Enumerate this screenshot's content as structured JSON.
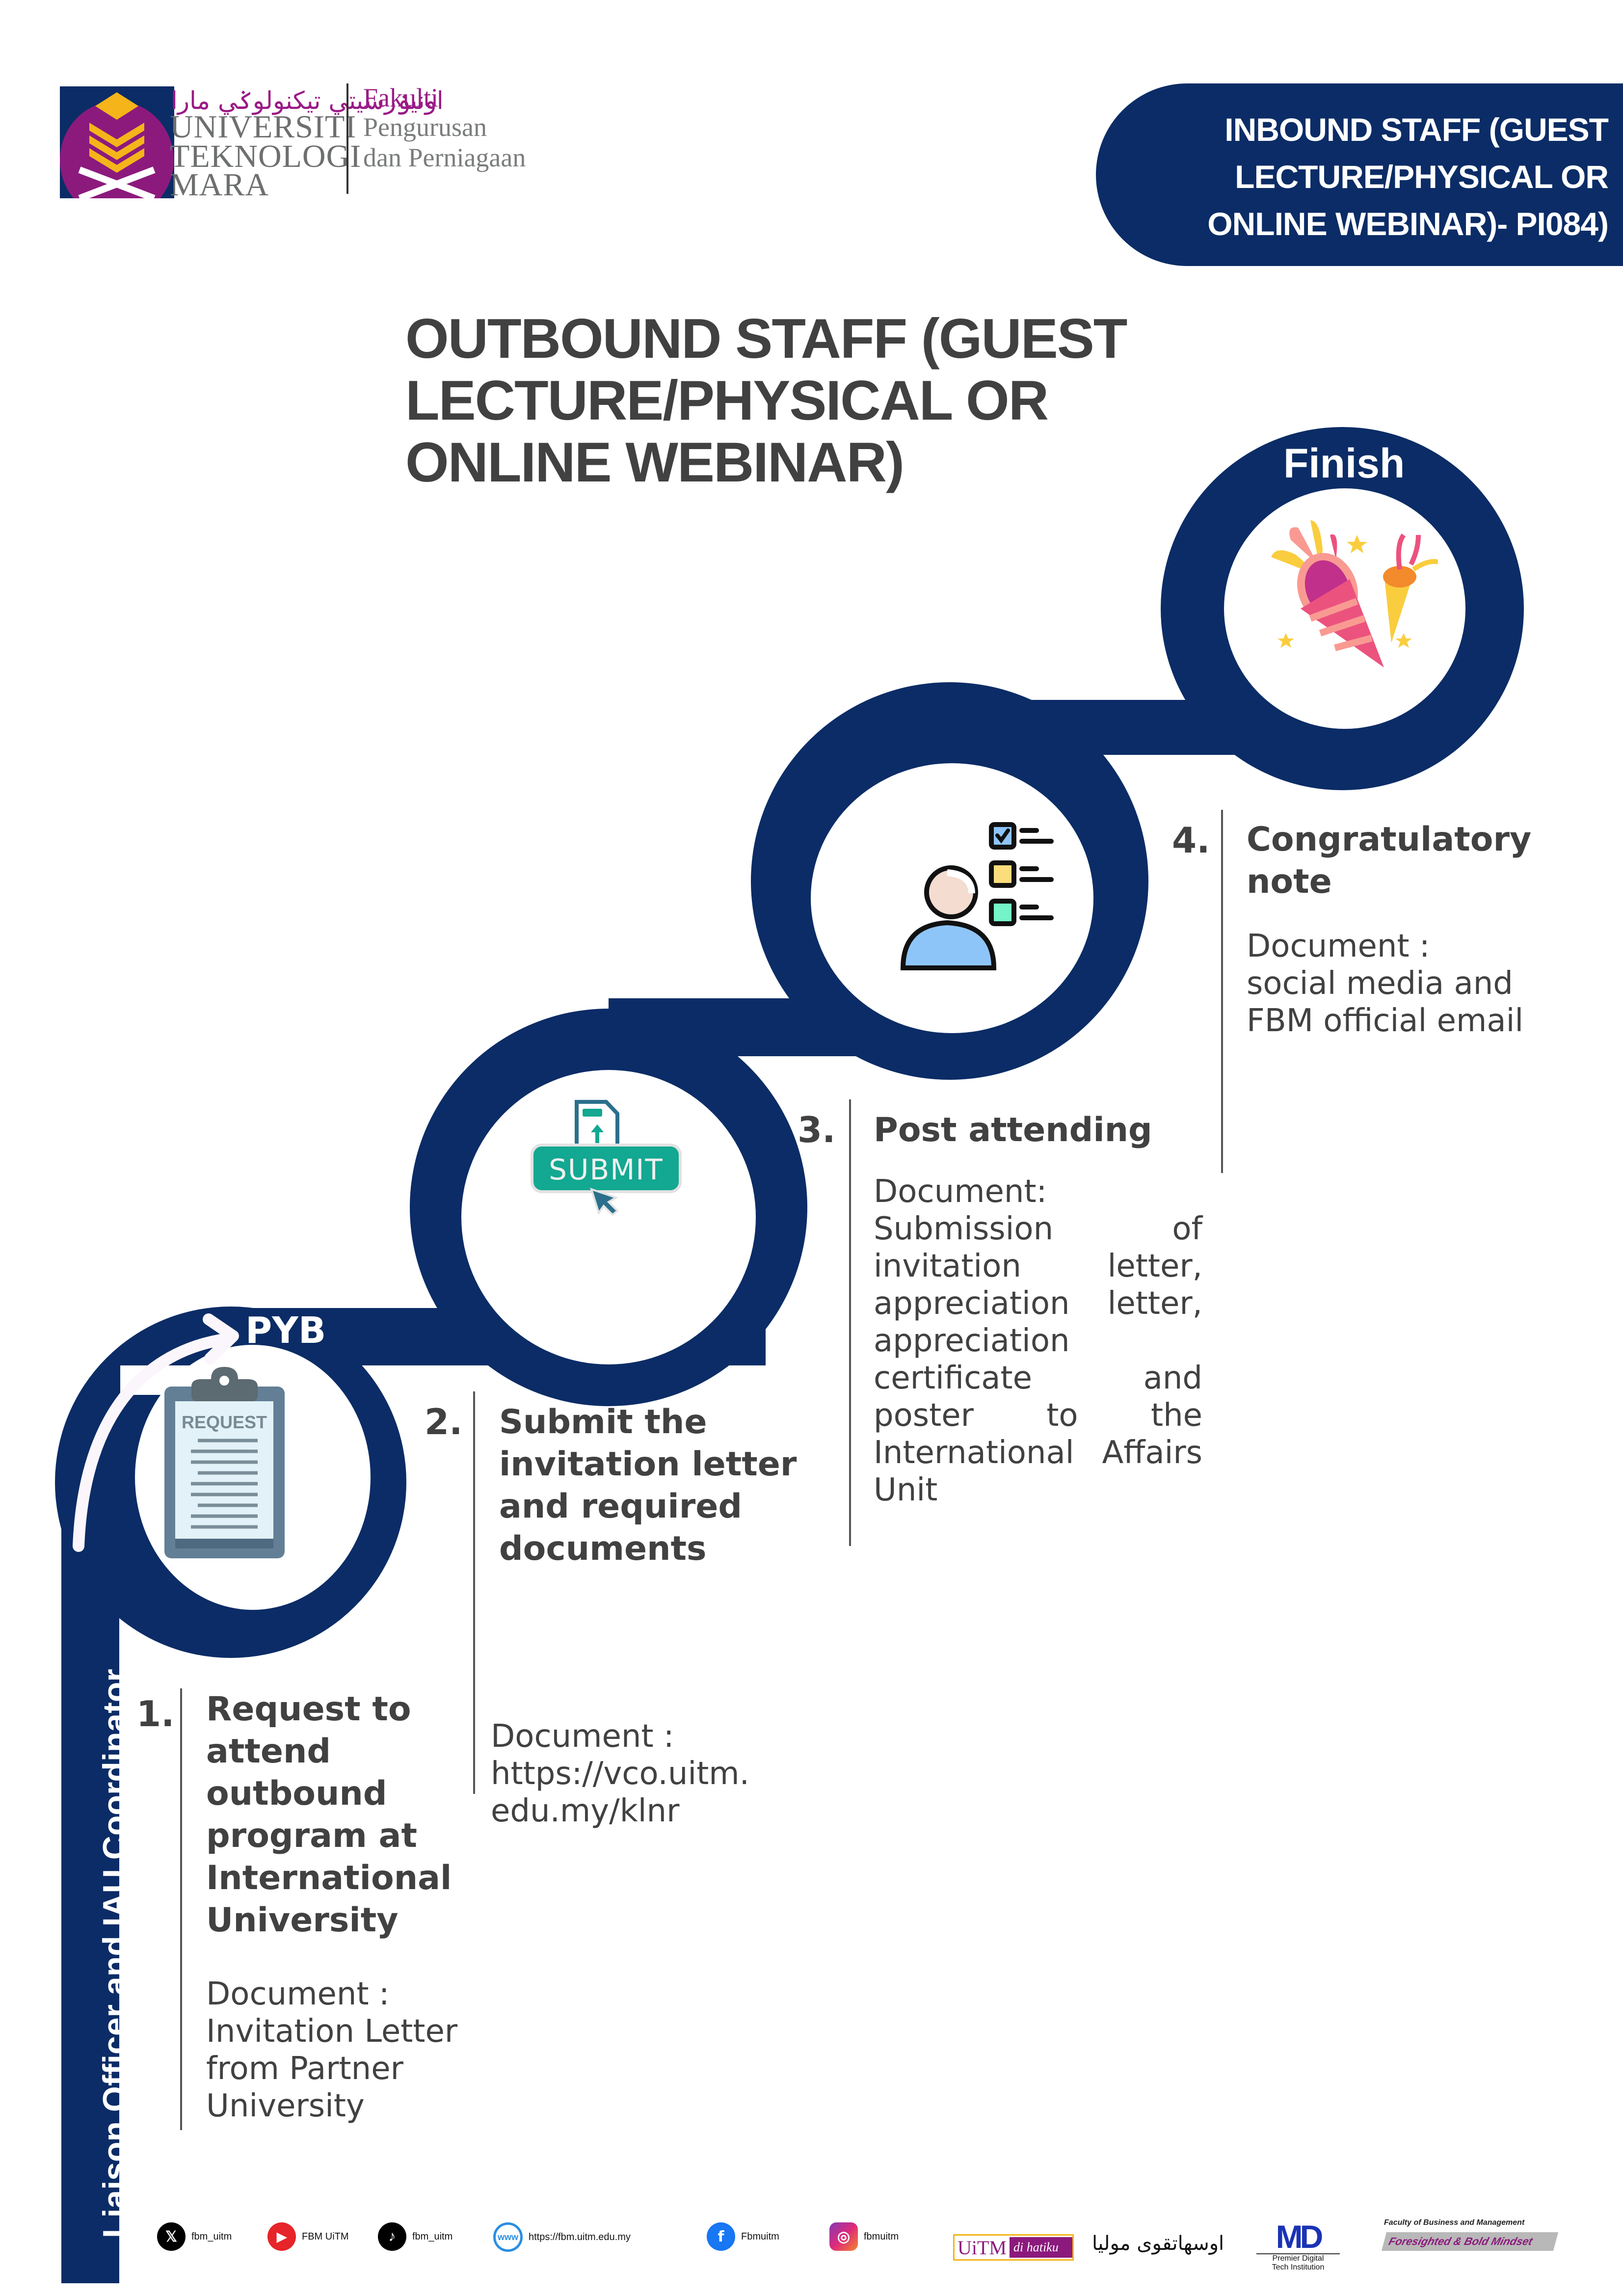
{
  "header": {
    "university_jawi": "اونيۏرسيتي تيكنولوݢي مارا",
    "university_lines": [
      "UNIVERSITI",
      "TEKNOLOGI",
      "MARA"
    ],
    "faculty_title": "Fakulti",
    "faculty_lines": [
      "Pengurusan",
      "dan Perniagaan"
    ]
  },
  "pill": {
    "lines": [
      "INBOUND STAFF (GUEST",
      "LECTURE/PHYSICAL OR",
      "ONLINE WEBINAR)- PI084)"
    ]
  },
  "title": {
    "lines": [
      "OUTBOUND STAFF (GUEST",
      "LECTURE/PHYSICAL OR",
      "ONLINE WEBINAR)"
    ]
  },
  "road": {
    "color": "#0b2c66",
    "finish_label": "Finish",
    "start_label": "PYB",
    "side_label": "Liaison Officer and IAU Coordinator"
  },
  "steps": [
    {
      "number": "1.",
      "title_lines": [
        "Request to",
        "attend",
        "outbound",
        "program at",
        "International",
        "University"
      ],
      "doc_lines": [
        "Document :",
        "Invitation Letter",
        "from Partner",
        "University"
      ],
      "icon": "clipboard-request-icon",
      "icon_text": "REQUEST"
    },
    {
      "number": "2.",
      "title_lines": [
        "Submit the",
        "invitation letter",
        "and required",
        "documents"
      ],
      "doc_lines": [
        "Document :",
        "https://vco.uitm.",
        "edu.my/klnr"
      ],
      "icon": "submit-document-icon",
      "icon_text": "SUBMIT"
    },
    {
      "number": "3.",
      "title_lines": [
        "Post attending"
      ],
      "doc_lines": [
        "Document:",
        "Submission of invitation letter, appreciation letter, appreciation certificate and poster to the International Affairs Unit"
      ],
      "icon": "checklist-person-icon"
    },
    {
      "number": "4.",
      "title_lines": [
        "Congratulatory",
        "note"
      ],
      "doc_lines": [
        "Document :",
        "social media and",
        "FBM official  email"
      ],
      "icon": "party-popper-icon"
    }
  ],
  "footer": {
    "socials": [
      {
        "icon": "x-icon",
        "label": "fbm_uitm",
        "color": "#000000"
      },
      {
        "icon": "youtube-icon",
        "label": "FBM UiTM",
        "color": "#e62429"
      },
      {
        "icon": "tiktok-icon",
        "label": "fbm_uitm",
        "color": "#000000"
      },
      {
        "icon": "globe-icon",
        "label": "https://fbm.uitm.edu.my",
        "color": "#2b8ee3"
      },
      {
        "icon": "facebook-icon",
        "label": "Fbmuitm",
        "color": "#1877f2"
      },
      {
        "icon": "instagram-icon",
        "label": "fbmuitm",
        "color": "#dd2a7b"
      }
    ],
    "logos": {
      "uitm_dihatiku": {
        "main": "UiTM",
        "tag": "di hatiku"
      },
      "jawi_motto": "اوسهاتقوى موليا",
      "md": {
        "mark": "MD",
        "caption_lines": [
          "Premier Digital",
          "Tech Institution"
        ]
      },
      "fbm": {
        "top": "Faculty of Business and Management",
        "main": "Foresighted & Bold Mindset"
      }
    }
  }
}
